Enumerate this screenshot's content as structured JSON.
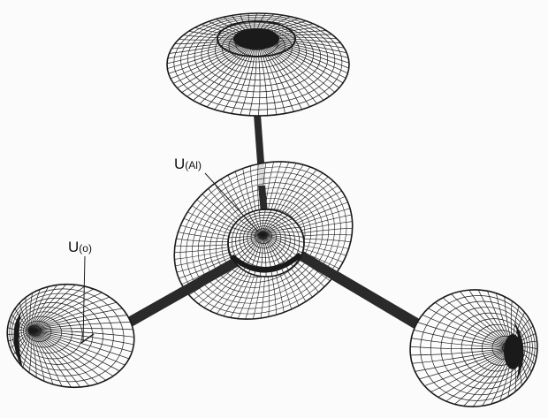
{
  "figure": {
    "labels": {
      "al": {
        "main": "U",
        "sub": "(Al)"
      },
      "o": {
        "main": "U",
        "sub": "(o)"
      }
    },
    "colors": {
      "line": "#1a1a1a",
      "background": "#fbfbfb",
      "bond": "#2a2a2a"
    }
  }
}
